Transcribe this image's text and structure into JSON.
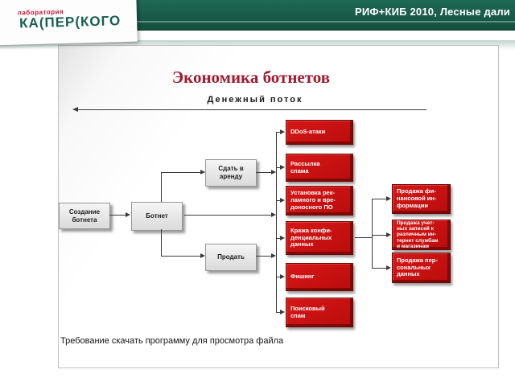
{
  "header": {
    "conference": "РИФ+КИБ 2010, Лесные дали"
  },
  "logo": {
    "word_top": "лаборатория",
    "wordmark": "КА(ПЕР(КОГО"
  },
  "slide": {
    "title": "Экономика ботнетов",
    "flow_label": "Денежный поток",
    "caption": "Требование скачать программу для просмотра файла"
  },
  "diagram": {
    "gray_nodes": [
      {
        "id": "create",
        "label": "Создание\nботнета"
      },
      {
        "id": "botnet",
        "label": "Ботнет"
      },
      {
        "id": "rent",
        "label": "Сдать в\nаренду"
      },
      {
        "id": "sell",
        "label": "Продать"
      }
    ],
    "services": [
      {
        "id": "ddos",
        "label": "DDoS-атаки"
      },
      {
        "id": "spam",
        "label": "Рассылка\nспама"
      },
      {
        "id": "adware",
        "label": "Установка рек-\nламного и вре-\nдоносного ПО"
      },
      {
        "id": "datatheft",
        "label": "Кража конфи-\nденциальных\nданных"
      },
      {
        "id": "phishing",
        "label": "Фишинг"
      },
      {
        "id": "searchspam",
        "label": "Поисковый\nспам"
      }
    ],
    "sales": [
      {
        "id": "financial",
        "label": "Продажа фи-\nнансовой ин-\nформации"
      },
      {
        "id": "accounts",
        "label": "Продажа учет-\nных записей к\nразличным ин-\nтернет службам\nи магазинам"
      },
      {
        "id": "personal",
        "label": "Продажа пер-\nсональных\nданных"
      }
    ],
    "edges": [
      {
        "from": "create",
        "to": "botnet"
      },
      {
        "from": "botnet",
        "to": "rent"
      },
      {
        "from": "botnet",
        "to": "sell"
      },
      {
        "from": "rent",
        "to": "services"
      },
      {
        "from": "botnet",
        "to": "services"
      },
      {
        "from": "sell",
        "to": "services"
      },
      {
        "from": "datatheft",
        "to": "sales"
      }
    ]
  },
  "colors": {
    "header_bg": "#1a5f4e",
    "accent_red": "#c41212",
    "title_red": "#a01a31",
    "gray_box": "#e6e6e6"
  }
}
